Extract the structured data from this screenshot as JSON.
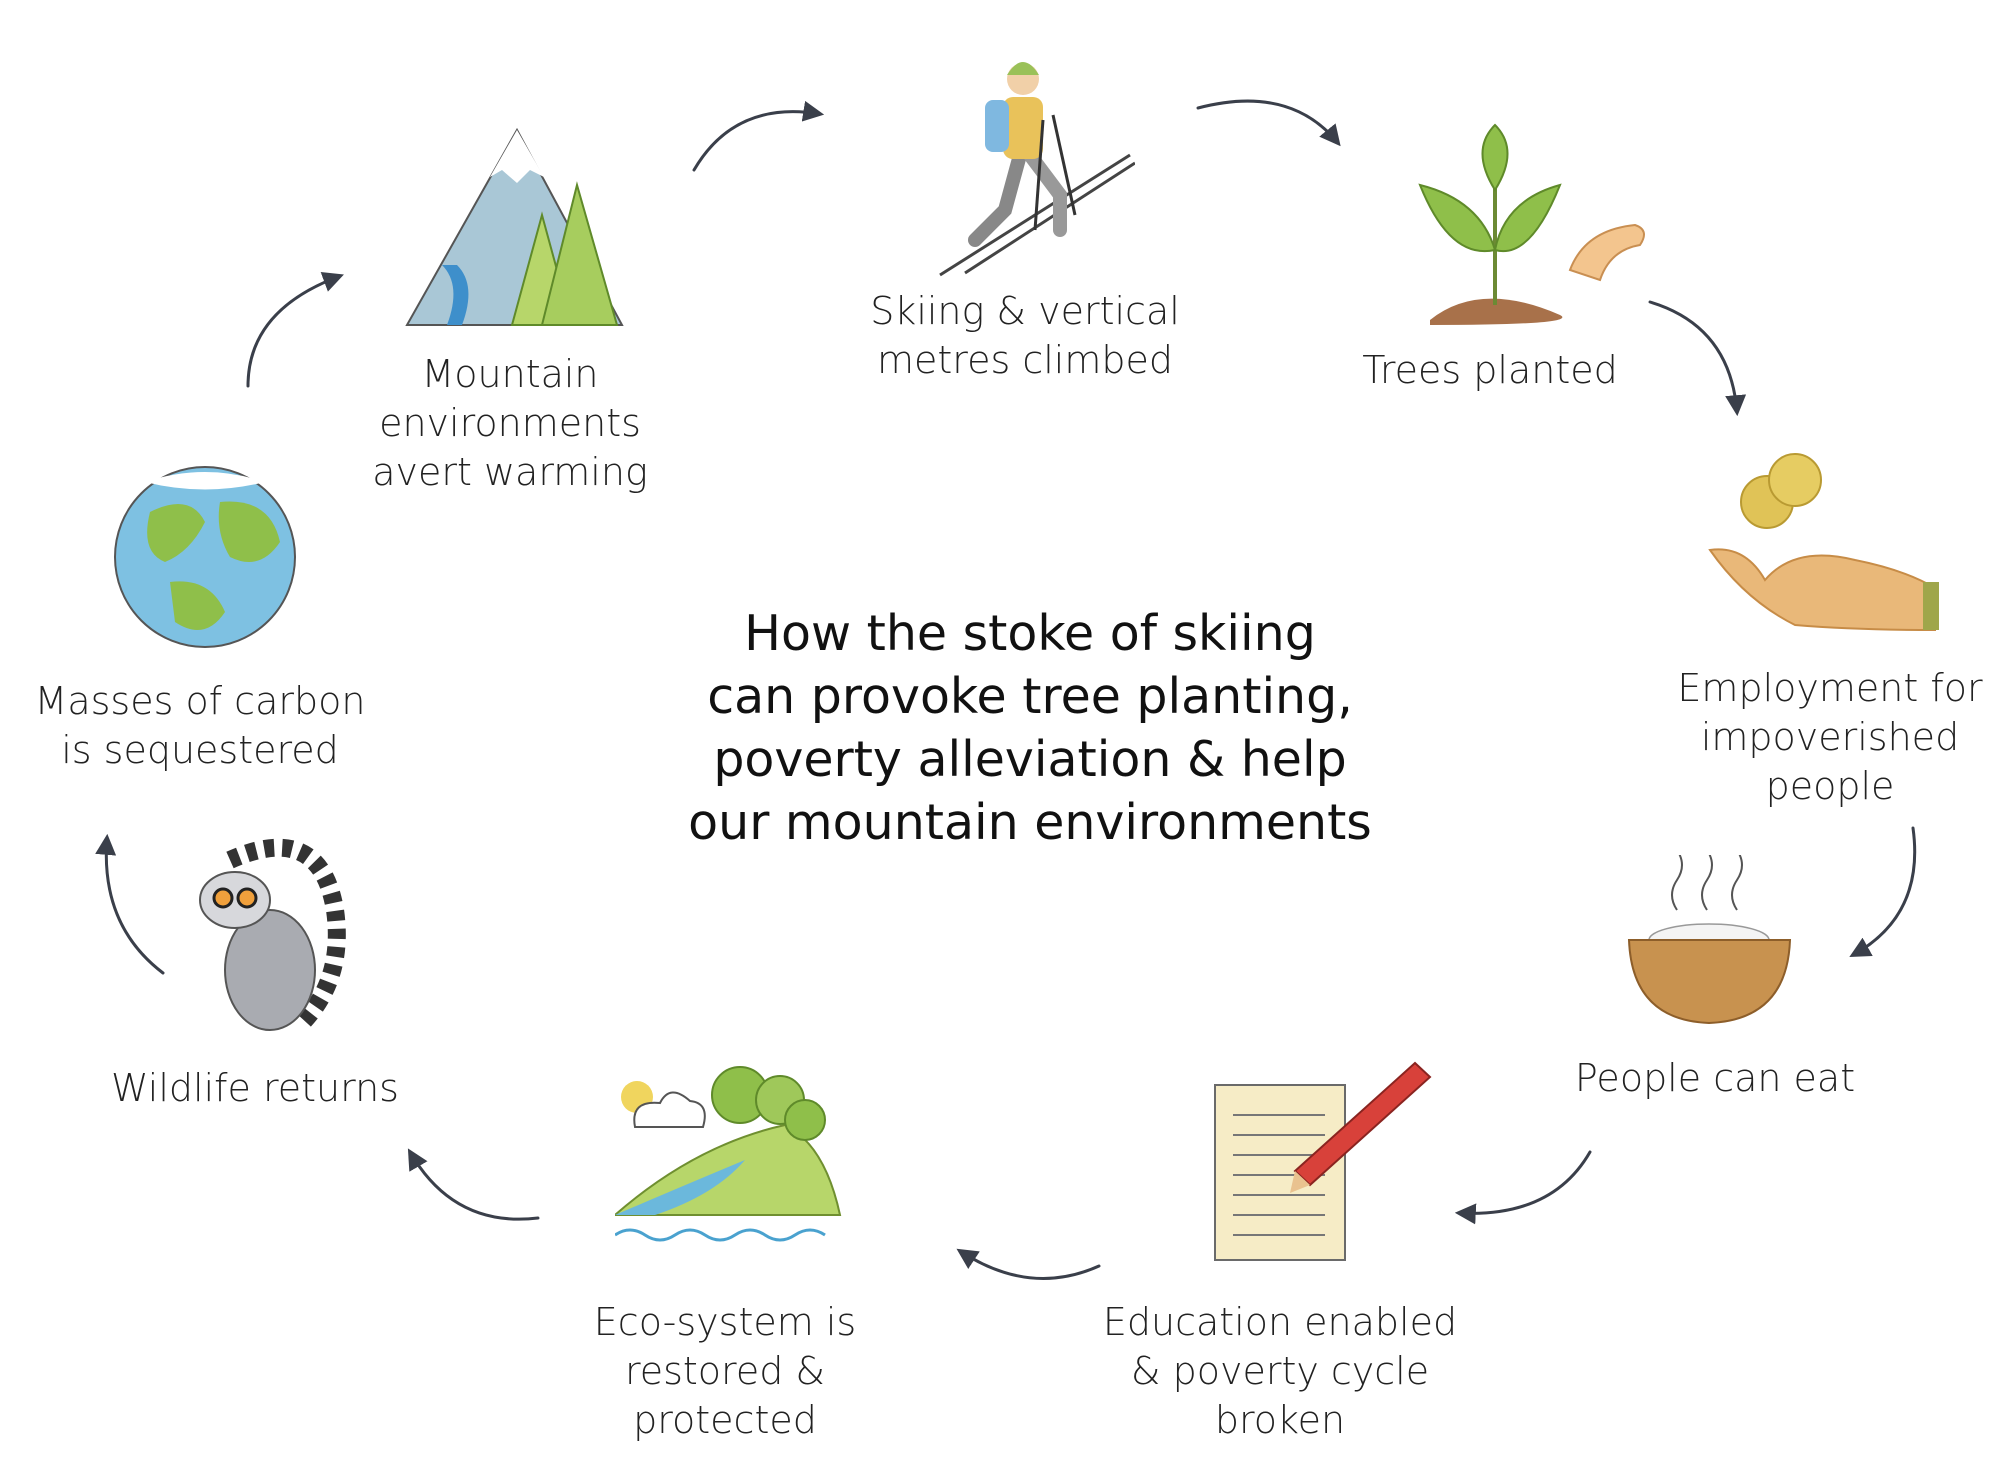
{
  "title": "How the stoke of skiing\ncan provoke tree planting,\npoverty alleviation & help\nour mountain environments",
  "steps": [
    {
      "label": "Skiing & vertical\nmetres climbed",
      "icon": "skier-icon"
    },
    {
      "label": "Trees planted",
      "icon": "sapling-icon"
    },
    {
      "label": "Employment for\nimpoverished\npeople",
      "icon": "hand-coins-icon"
    },
    {
      "label": "People can eat",
      "icon": "food-bowl-icon"
    },
    {
      "label": "Education enabled\n& poverty cycle\nbroken",
      "icon": "notebook-pencil-icon"
    },
    {
      "label": "Eco-system is\nrestored &\nprotected",
      "icon": "landscape-icon"
    },
    {
      "label": "Wildlife returns",
      "icon": "lemur-icon"
    },
    {
      "label": "Masses of carbon\nis sequestered",
      "icon": "globe-icon"
    },
    {
      "label": "Mountain\nenvironments\navert warming",
      "icon": "mountain-icon"
    }
  ],
  "colors": {
    "arrow": "#3a3f4a",
    "leaf_green": "#8fbf4a",
    "soil_brown": "#a8714a",
    "skin": "#e9b879",
    "coin": "#e0c357",
    "water_blue": "#5ab0d8",
    "mountain_blue": "#a9c7d6",
    "pencil_red": "#d8413a"
  }
}
